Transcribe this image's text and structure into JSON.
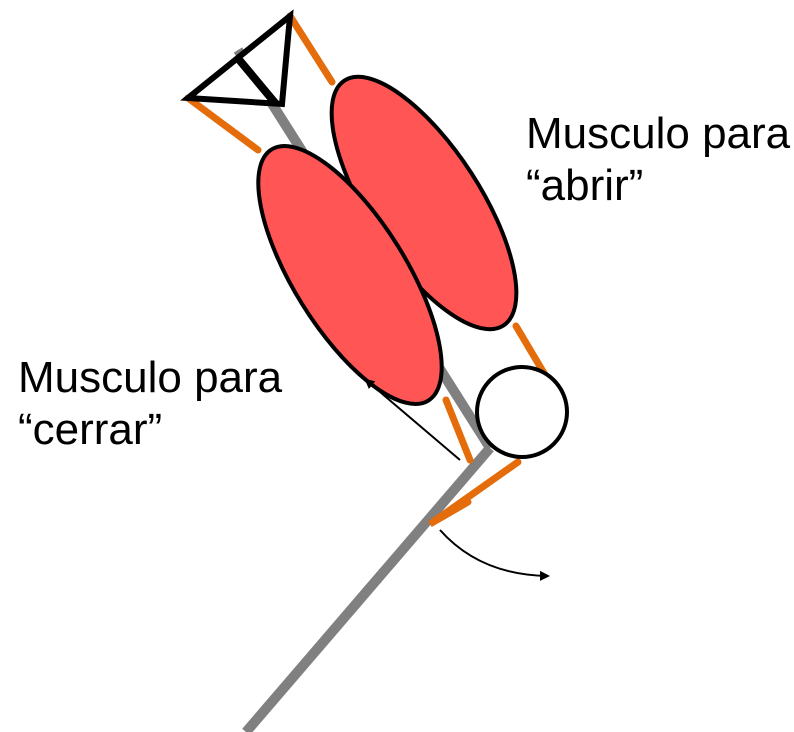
{
  "labels": {
    "open_line1": "Musculo para",
    "open_line2": "“abrir”",
    "close_line1": "Musculo para",
    "close_line2": "“cerrar”"
  },
  "colors": {
    "muscle_fill": "#FF5555",
    "tendon": "#E46C0A",
    "bone": "#808080",
    "outline": "#000000",
    "joint_fill": "#FFFFFF"
  }
}
